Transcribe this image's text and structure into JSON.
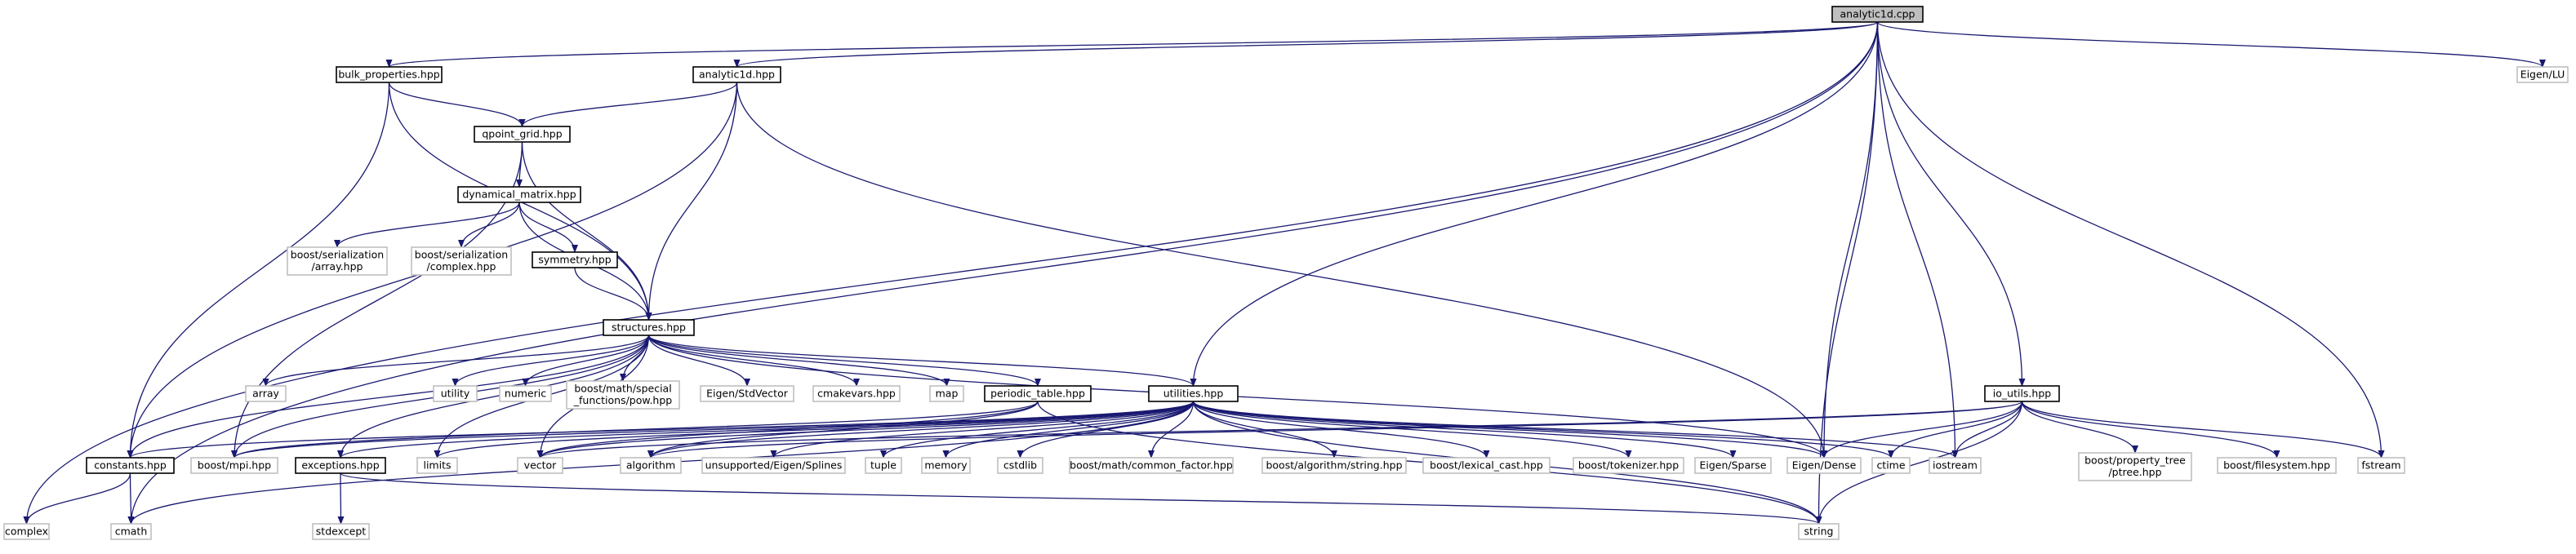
{
  "graph": {
    "colors": {
      "edge": "#191970",
      "node_border": "#000000",
      "external_border": "#bfbfbf",
      "root_fill": "#bfbfbf",
      "node_fill": "#ffffff"
    },
    "nodes": [
      {
        "id": "analytic1d_cpp",
        "lines": [
          "analytic1d.cpp"
        ],
        "kind": "root"
      },
      {
        "id": "bulk_properties",
        "lines": [
          "bulk_properties.hpp"
        ],
        "kind": "local"
      },
      {
        "id": "analytic1d_hpp",
        "lines": [
          "analytic1d.hpp"
        ],
        "kind": "local"
      },
      {
        "id": "eigen_lu",
        "lines": [
          "Eigen/LU"
        ],
        "kind": "external"
      },
      {
        "id": "qpoint_grid",
        "lines": [
          "qpoint_grid.hpp"
        ],
        "kind": "local"
      },
      {
        "id": "dynamical_matrix",
        "lines": [
          "dynamical_matrix.hpp"
        ],
        "kind": "local"
      },
      {
        "id": "boost_ser_array",
        "lines": [
          "boost/serialization",
          "/array.hpp"
        ],
        "kind": "external"
      },
      {
        "id": "boost_ser_complex",
        "lines": [
          "boost/serialization",
          "/complex.hpp"
        ],
        "kind": "external"
      },
      {
        "id": "symmetry",
        "lines": [
          "symmetry.hpp"
        ],
        "kind": "local"
      },
      {
        "id": "structures",
        "lines": [
          "structures.hpp"
        ],
        "kind": "local"
      },
      {
        "id": "array",
        "lines": [
          "array"
        ],
        "kind": "external"
      },
      {
        "id": "utility",
        "lines": [
          "utility"
        ],
        "kind": "external"
      },
      {
        "id": "numeric",
        "lines": [
          "numeric"
        ],
        "kind": "external"
      },
      {
        "id": "boost_math_pow",
        "lines": [
          "boost/math/special",
          "_functions/pow.hpp"
        ],
        "kind": "external"
      },
      {
        "id": "eigen_stdvector",
        "lines": [
          "Eigen/StdVector"
        ],
        "kind": "external"
      },
      {
        "id": "cmakevars",
        "lines": [
          "cmakevars.hpp"
        ],
        "kind": "external"
      },
      {
        "id": "map",
        "lines": [
          "map"
        ],
        "kind": "external"
      },
      {
        "id": "periodic_table",
        "lines": [
          "periodic_table.hpp"
        ],
        "kind": "local"
      },
      {
        "id": "utilities",
        "lines": [
          "utilities.hpp"
        ],
        "kind": "local"
      },
      {
        "id": "io_utils",
        "lines": [
          "io_utils.hpp"
        ],
        "kind": "local"
      },
      {
        "id": "constants",
        "lines": [
          "constants.hpp"
        ],
        "kind": "local"
      },
      {
        "id": "boost_mpi",
        "lines": [
          "boost/mpi.hpp"
        ],
        "kind": "external"
      },
      {
        "id": "exceptions",
        "lines": [
          "exceptions.hpp"
        ],
        "kind": "local"
      },
      {
        "id": "limits",
        "lines": [
          "limits"
        ],
        "kind": "external"
      },
      {
        "id": "vector",
        "lines": [
          "vector"
        ],
        "kind": "external"
      },
      {
        "id": "algorithm",
        "lines": [
          "algorithm"
        ],
        "kind": "external"
      },
      {
        "id": "unsupported_splines",
        "lines": [
          "unsupported/Eigen/Splines"
        ],
        "kind": "external"
      },
      {
        "id": "tuple",
        "lines": [
          "tuple"
        ],
        "kind": "external"
      },
      {
        "id": "memory",
        "lines": [
          "memory"
        ],
        "kind": "external"
      },
      {
        "id": "cstdlib",
        "lines": [
          "cstdlib"
        ],
        "kind": "external"
      },
      {
        "id": "boost_common_factor",
        "lines": [
          "boost/math/common_factor.hpp"
        ],
        "kind": "external"
      },
      {
        "id": "boost_algo_string",
        "lines": [
          "boost/algorithm/string.hpp"
        ],
        "kind": "external"
      },
      {
        "id": "boost_lexical_cast",
        "lines": [
          "boost/lexical_cast.hpp"
        ],
        "kind": "external"
      },
      {
        "id": "boost_tokenizer",
        "lines": [
          "boost/tokenizer.hpp"
        ],
        "kind": "external"
      },
      {
        "id": "eigen_sparse",
        "lines": [
          "Eigen/Sparse"
        ],
        "kind": "external"
      },
      {
        "id": "eigen_dense",
        "lines": [
          "Eigen/Dense"
        ],
        "kind": "external"
      },
      {
        "id": "ctime",
        "lines": [
          "ctime"
        ],
        "kind": "external"
      },
      {
        "id": "iostream",
        "lines": [
          "iostream"
        ],
        "kind": "external"
      },
      {
        "id": "boost_ptree",
        "lines": [
          "boost/property_tree",
          "/ptree.hpp"
        ],
        "kind": "external"
      },
      {
        "id": "boost_filesystem",
        "lines": [
          "boost/filesystem.hpp"
        ],
        "kind": "external"
      },
      {
        "id": "fstream",
        "lines": [
          "fstream"
        ],
        "kind": "external"
      },
      {
        "id": "complex",
        "lines": [
          "complex"
        ],
        "kind": "external"
      },
      {
        "id": "cmath",
        "lines": [
          "cmath"
        ],
        "kind": "external"
      },
      {
        "id": "stdexcept",
        "lines": [
          "stdexcept"
        ],
        "kind": "external"
      },
      {
        "id": "string",
        "lines": [
          "string"
        ],
        "kind": "external"
      }
    ],
    "edges": [
      [
        "analytic1d_cpp",
        "bulk_properties"
      ],
      [
        "analytic1d_cpp",
        "analytic1d_hpp"
      ],
      [
        "analytic1d_cpp",
        "eigen_lu"
      ],
      [
        "analytic1d_cpp",
        "utilities"
      ],
      [
        "analytic1d_cpp",
        "eigen_dense"
      ],
      [
        "analytic1d_cpp",
        "iostream"
      ],
      [
        "analytic1d_cpp",
        "io_utils"
      ],
      [
        "analytic1d_cpp",
        "fstream"
      ],
      [
        "analytic1d_cpp",
        "string"
      ],
      [
        "analytic1d_cpp",
        "complex"
      ],
      [
        "analytic1d_cpp",
        "cmath"
      ],
      [
        "bulk_properties",
        "qpoint_grid"
      ],
      [
        "bulk_properties",
        "structures"
      ],
      [
        "bulk_properties",
        "constants"
      ],
      [
        "analytic1d_hpp",
        "qpoint_grid"
      ],
      [
        "analytic1d_hpp",
        "structures"
      ],
      [
        "analytic1d_hpp",
        "constants"
      ],
      [
        "analytic1d_hpp",
        "eigen_dense"
      ],
      [
        "qpoint_grid",
        "dynamical_matrix"
      ],
      [
        "qpoint_grid",
        "structures"
      ],
      [
        "qpoint_grid",
        "boost_mpi"
      ],
      [
        "dynamical_matrix",
        "boost_ser_array"
      ],
      [
        "dynamical_matrix",
        "boost_ser_complex"
      ],
      [
        "dynamical_matrix",
        "symmetry"
      ],
      [
        "dynamical_matrix",
        "structures"
      ],
      [
        "symmetry",
        "structures"
      ],
      [
        "structures",
        "array"
      ],
      [
        "structures",
        "utility"
      ],
      [
        "structures",
        "numeric"
      ],
      [
        "structures",
        "boost_math_pow"
      ],
      [
        "structures",
        "eigen_stdvector"
      ],
      [
        "structures",
        "cmakevars"
      ],
      [
        "structures",
        "map"
      ],
      [
        "structures",
        "periodic_table"
      ],
      [
        "structures",
        "utilities"
      ],
      [
        "structures",
        "constants"
      ],
      [
        "structures",
        "boost_mpi"
      ],
      [
        "structures",
        "exceptions"
      ],
      [
        "structures",
        "limits"
      ],
      [
        "structures",
        "vector"
      ],
      [
        "structures",
        "eigen_dense"
      ],
      [
        "periodic_table",
        "vector"
      ],
      [
        "periodic_table",
        "algorithm"
      ],
      [
        "periodic_table",
        "boost_mpi"
      ],
      [
        "periodic_table",
        "string"
      ],
      [
        "utilities",
        "constants"
      ],
      [
        "utilities",
        "boost_mpi"
      ],
      [
        "utilities",
        "exceptions"
      ],
      [
        "utilities",
        "limits"
      ],
      [
        "utilities",
        "vector"
      ],
      [
        "utilities",
        "algorithm"
      ],
      [
        "utilities",
        "unsupported_splines"
      ],
      [
        "utilities",
        "tuple"
      ],
      [
        "utilities",
        "memory"
      ],
      [
        "utilities",
        "cstdlib"
      ],
      [
        "utilities",
        "boost_common_factor"
      ],
      [
        "utilities",
        "boost_algo_string"
      ],
      [
        "utilities",
        "boost_lexical_cast"
      ],
      [
        "utilities",
        "boost_tokenizer"
      ],
      [
        "utilities",
        "eigen_sparse"
      ],
      [
        "utilities",
        "eigen_dense"
      ],
      [
        "utilities",
        "ctime"
      ],
      [
        "utilities",
        "iostream"
      ],
      [
        "utilities",
        "string"
      ],
      [
        "utilities",
        "cmath"
      ],
      [
        "io_utils",
        "vector"
      ],
      [
        "io_utils",
        "algorithm"
      ],
      [
        "io_utils",
        "eigen_dense"
      ],
      [
        "io_utils",
        "ctime"
      ],
      [
        "io_utils",
        "iostream"
      ],
      [
        "io_utils",
        "boost_ptree"
      ],
      [
        "io_utils",
        "boost_filesystem"
      ],
      [
        "io_utils",
        "fstream"
      ],
      [
        "io_utils",
        "string"
      ],
      [
        "constants",
        "complex"
      ],
      [
        "constants",
        "cmath"
      ],
      [
        "exceptions",
        "stdexcept"
      ],
      [
        "exceptions",
        "string"
      ]
    ]
  }
}
